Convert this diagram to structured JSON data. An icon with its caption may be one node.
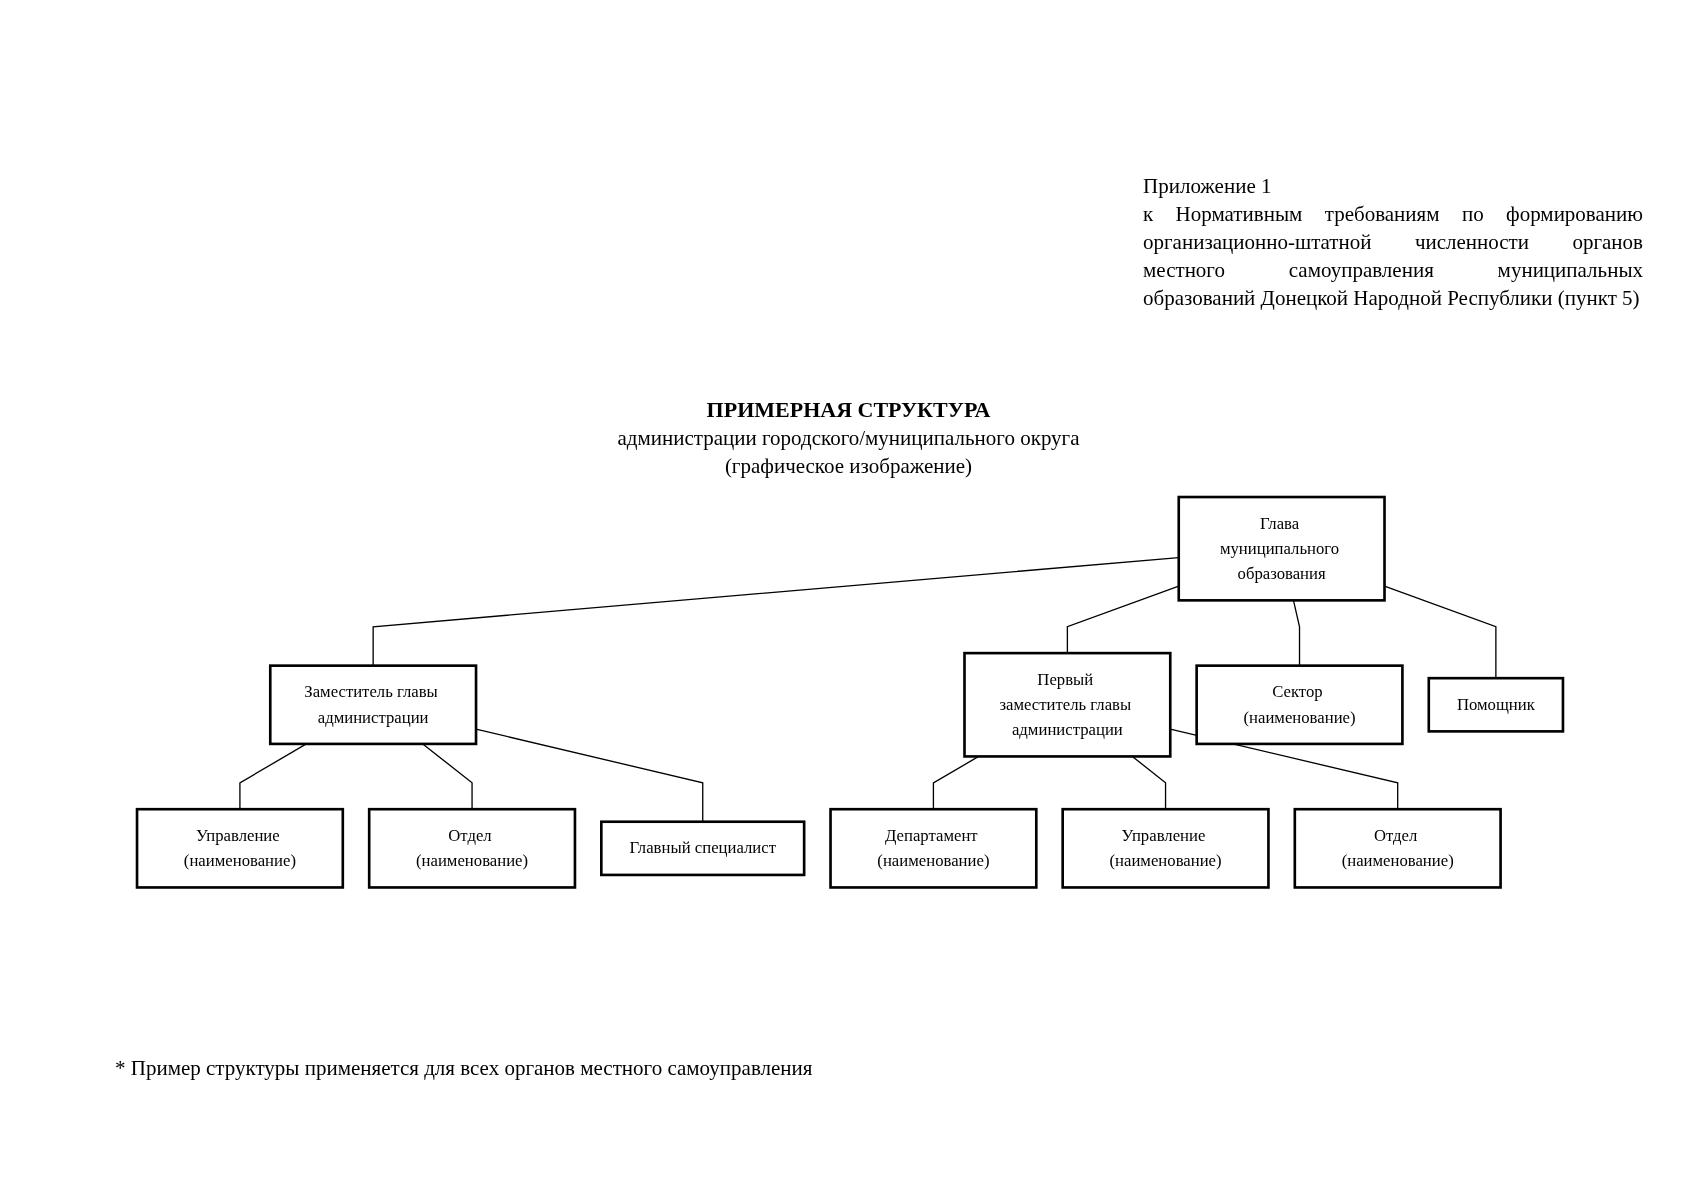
{
  "diagram": {
    "title": "ПРИМЕРНАЯ СТРУКТУРА",
    "caption": "* Пример структуры применяется для всех органов местного самоуправления",
    "nodes": [
      {
        "text": [
          "Глава муниципального образования"
        ]
      },
      {
        "text": [
          "Заместитель главы администрации"
        ]
      },
      {
        "text": [
          "Первый заместитель главы администрации"
        ]
      },
      {
        "text": [
          "Сектор (наименование)"
        ]
      },
      {
        "text": [
          "Помощник"
        ]
      },
      {
        "text": [
          "Управление (наименование)"
        ]
      },
      {
        "text": [
          "Отдел (наименование)"
        ]
      },
      {
        "text": [
          "Главный специалист"
        ]
      },
      {
        "text": [
          "Департамент (наименование)"
        ]
      },
      {
        "text": [
          "Управление (наименование)"
        ]
      },
      {
        "text": [
          "Отдел (наименование)"
        ]
      }
    ],
    "edges": [
      {
        "from": 0,
        "to": 1,
        "arrow": "none"
      },
      {
        "from": 0,
        "to": 2,
        "arrow": "none"
      },
      {
        "from": 0,
        "to": 3,
        "arrow": "none"
      },
      {
        "from": 0,
        "to": 4,
        "arrow": "none"
      },
      {
        "from": 1,
        "to": 5,
        "arrow": "none"
      },
      {
        "from": 1,
        "to": 6,
        "arrow": "none"
      },
      {
        "from": 1,
        "to": 7,
        "arrow": "none"
      },
      {
        "from": 2,
        "to": 8,
        "arrow": "none"
      },
      {
        "from": 2,
        "to": 9,
        "arrow": "none"
      },
      {
        "from": 2,
        "to": 10,
        "arrow": "none"
      }
    ],
    "labels": [
      "Приложение 1",
      "к Нормативным требованиям по формированию организационно-штатной численности органов местного самоуправления муниципальных образований Донецкой Народной Республики (пункт 5)",
      "администрации городского/муниципального округа",
      "(графическое изображение)"
    ]
  }
}
